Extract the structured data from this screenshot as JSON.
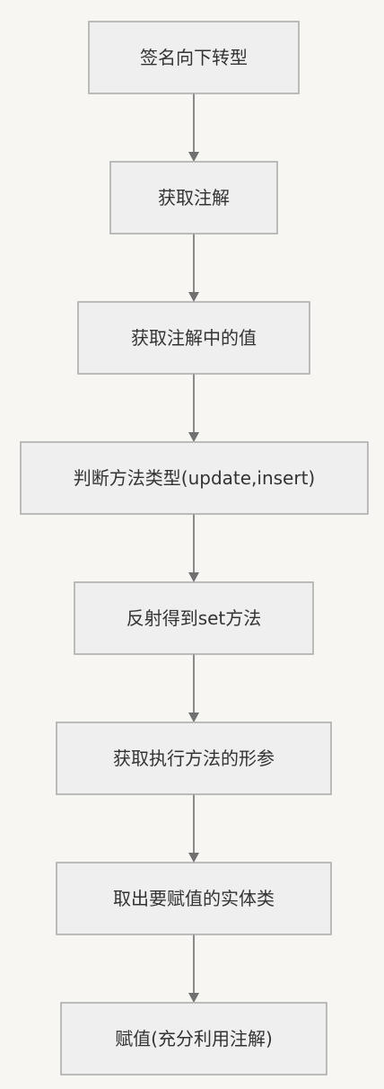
{
  "diagram": {
    "type": "flowchart",
    "colors": {
      "background": "#f7f6f2",
      "node_fill": "#efefef",
      "node_border": "#a8a8a8",
      "edge": "#707070",
      "text": "#333333"
    },
    "nodes": [
      {
        "id": "n1",
        "label": "签名向下转型"
      },
      {
        "id": "n2",
        "label": "获取注解"
      },
      {
        "id": "n3",
        "label": "获取注解中的值"
      },
      {
        "id": "n4",
        "label": "判断方法类型(update,insert)"
      },
      {
        "id": "n5",
        "label": "反射得到set方法"
      },
      {
        "id": "n6",
        "label": "获取执行方法的形参"
      },
      {
        "id": "n7",
        "label": "取出要赋值的实体类"
      },
      {
        "id": "n8",
        "label": "赋值(充分利用注解)"
      }
    ],
    "edges": [
      {
        "from": "n1",
        "to": "n2"
      },
      {
        "from": "n2",
        "to": "n3"
      },
      {
        "from": "n3",
        "to": "n4"
      },
      {
        "from": "n4",
        "to": "n5"
      },
      {
        "from": "n5",
        "to": "n6"
      },
      {
        "from": "n6",
        "to": "n7"
      },
      {
        "from": "n7",
        "to": "n8"
      }
    ]
  }
}
